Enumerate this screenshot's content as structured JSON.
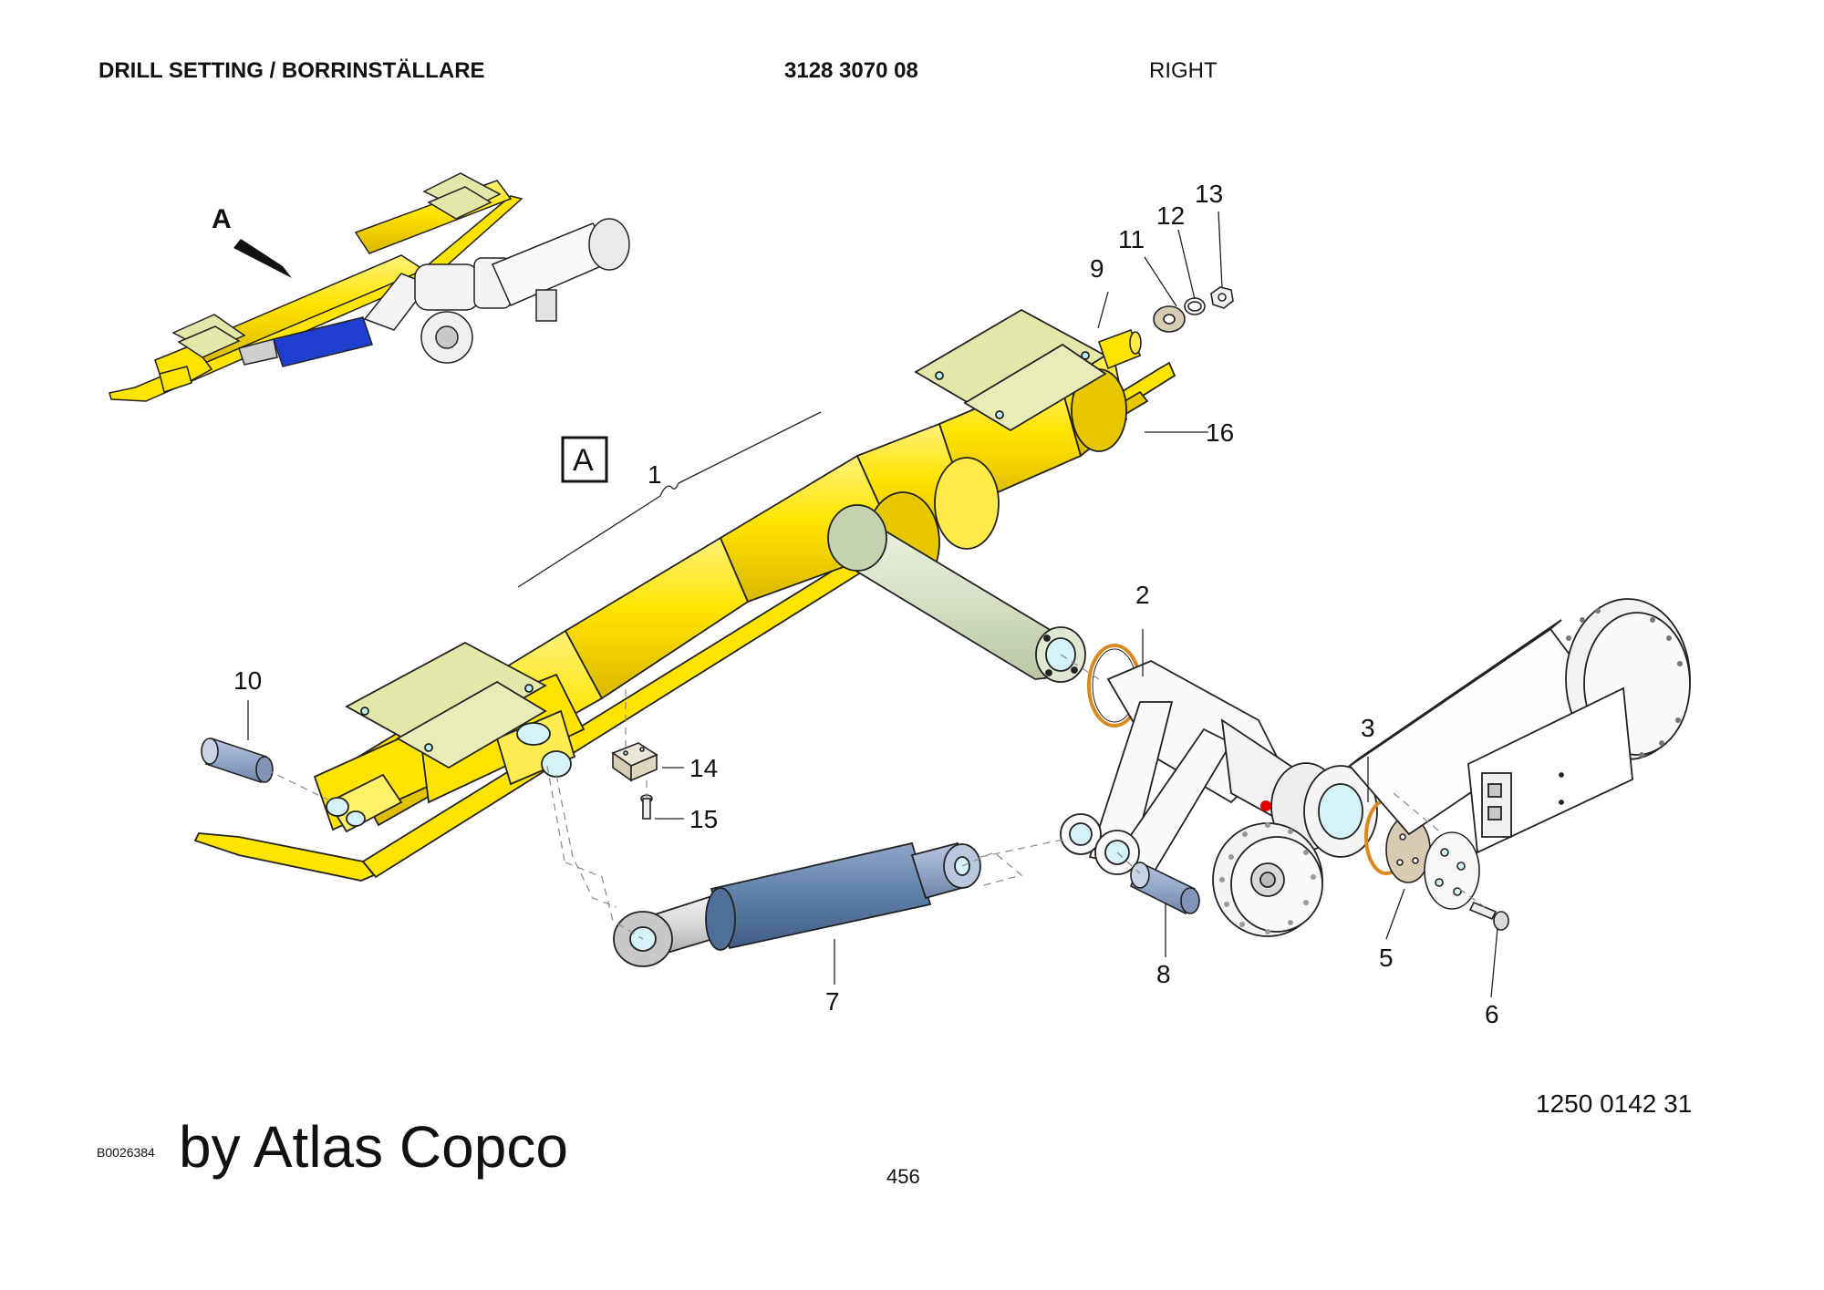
{
  "header": {
    "title": "DRILL SETTING / BORRINSTÄLLARE",
    "part_number": "3128 3070 08",
    "side": "RIGHT"
  },
  "view_label": "A",
  "detail_view_label": "A",
  "callouts": [
    {
      "id": "c1",
      "label": "1"
    },
    {
      "id": "c2",
      "label": "2"
    },
    {
      "id": "c3",
      "label": "3"
    },
    {
      "id": "c5",
      "label": "5"
    },
    {
      "id": "c6",
      "label": "6"
    },
    {
      "id": "c7",
      "label": "7"
    },
    {
      "id": "c8",
      "label": "8"
    },
    {
      "id": "c9",
      "label": "9"
    },
    {
      "id": "c10",
      "label": "10"
    },
    {
      "id": "c11",
      "label": "11"
    },
    {
      "id": "c12",
      "label": "12"
    },
    {
      "id": "c13",
      "label": "13"
    },
    {
      "id": "c14",
      "label": "14"
    },
    {
      "id": "c15",
      "label": "15"
    },
    {
      "id": "c16",
      "label": "16"
    }
  ],
  "footer": {
    "reference": "1250 0142 31",
    "drawing_code": "B0026384",
    "brand": "by Atlas Copco",
    "page": "456"
  },
  "colors": {
    "boom_yellow": "#FFE400",
    "pad_green": "#E3E7A8",
    "shaft_green": "#D8E2C8",
    "cylinder_blue": "#5F7FA8",
    "overview_cylinder_blue": "#1F3FD0",
    "glass_cyan": "#D4F2F8",
    "washer_tan": "#D8CBB3",
    "o_ring_orange": "#D98A1E",
    "marker_red": "#E00000"
  }
}
